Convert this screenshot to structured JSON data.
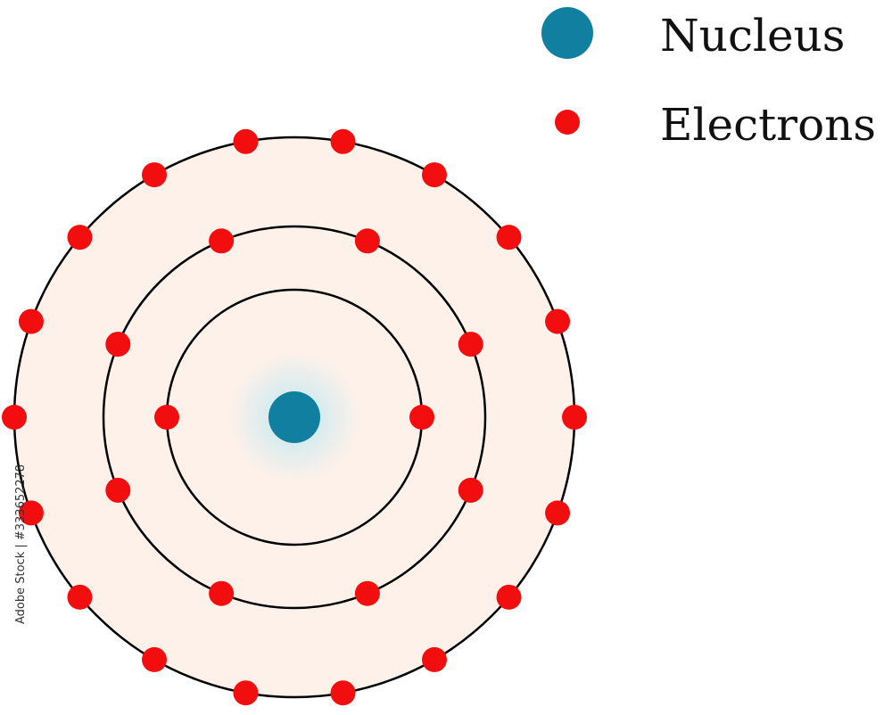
{
  "legend": {
    "nucleus_label": "Nucleus",
    "electrons_label": "Electrons"
  },
  "side_caption": "Adobe Stock | #333652278",
  "colors": {
    "nucleus": "#117f9f",
    "nucleus_glow": "#bfe8f3",
    "electron": "#f20e0e",
    "shell_fill": "#fdf1ea",
    "orbit_stroke": "#000000"
  },
  "atom": {
    "shells": [
      {
        "name": "inner",
        "electrons": 2,
        "start_angle_deg": 0
      },
      {
        "name": "middle",
        "electrons": 8,
        "start_angle_deg": 22.5
      },
      {
        "name": "outer",
        "electrons": 18,
        "start_angle_deg": 0
      }
    ]
  }
}
